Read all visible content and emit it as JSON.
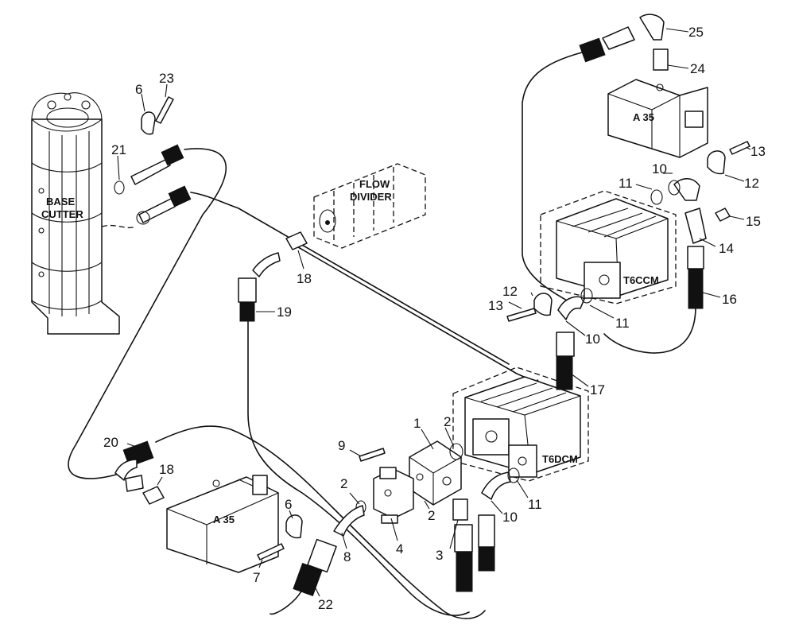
{
  "components": {
    "base_cutter_line1": "BASE",
    "base_cutter_line2": "CUTTER",
    "flow_divider_line1": "FLOW",
    "flow_divider_line2": "DIVIDER",
    "pump_upper": "T6CCM",
    "pump_lower": "T6DCM",
    "valve_upper": "A 35",
    "valve_lower": "A 35"
  },
  "callouts": {
    "c1": "1",
    "c2a": "2",
    "c2b": "2",
    "c2c": "2",
    "c3": "3",
    "c4": "4",
    "c6a": "6",
    "c6b": "6",
    "c7": "7",
    "c8": "8",
    "c9": "9",
    "c10a": "10",
    "c10b": "10",
    "c10c": "10",
    "c11a": "11",
    "c11b": "11",
    "c11c": "11",
    "c12a": "12",
    "c12b": "12",
    "c13a": "13",
    "c13b": "13",
    "c14": "14",
    "c15": "15",
    "c16": "16",
    "c17": "17",
    "c18a": "18",
    "c18b": "18",
    "c19": "19",
    "c20": "20",
    "c21": "21",
    "c22": "22",
    "c23": "23",
    "c24": "24",
    "c25": "25"
  }
}
